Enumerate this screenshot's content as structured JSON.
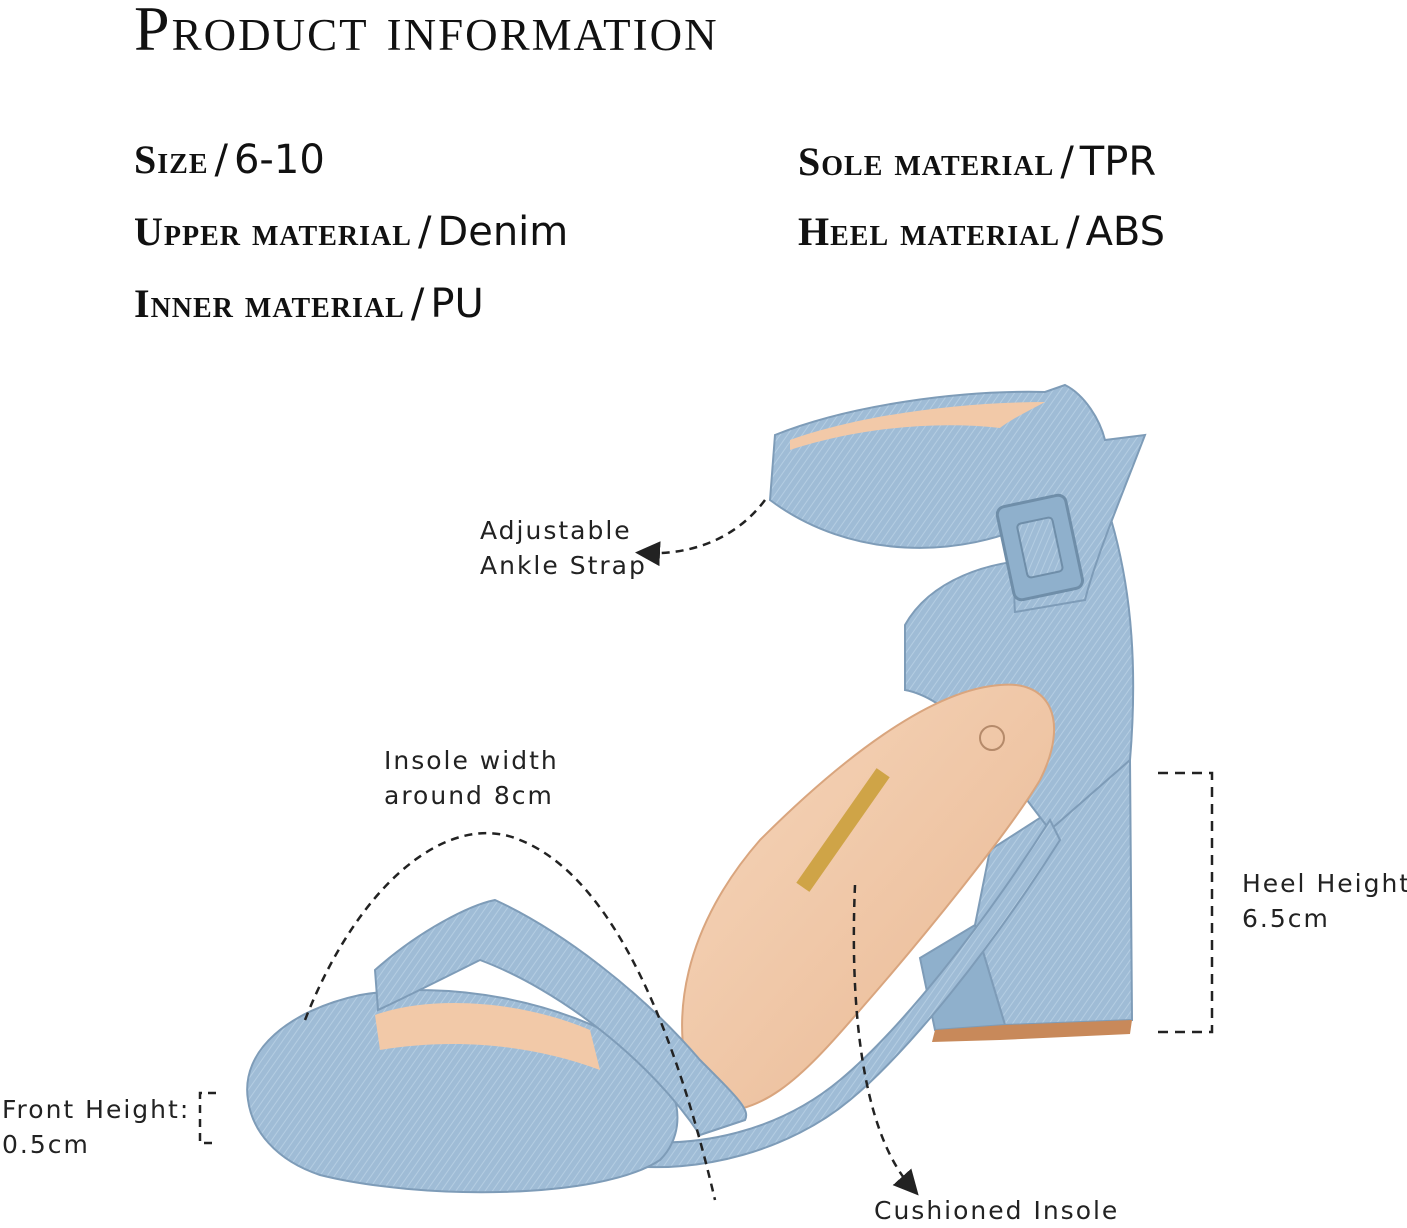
{
  "title": "Product information",
  "specs": {
    "size": {
      "label": "Size",
      "value": "6-10"
    },
    "upper": {
      "label": "Upper material",
      "value": "Denim"
    },
    "inner": {
      "label": "Inner material",
      "value": "PU"
    },
    "sole": {
      "label": "Sole material",
      "value": "TPR"
    },
    "heel": {
      "label": "Heel material",
      "value": "ABS"
    },
    "separator": "/"
  },
  "callouts": {
    "ankle_strap": {
      "line1": "Adjustable",
      "line2": "Ankle Strap"
    },
    "insole_width": {
      "line1": "Insole width",
      "line2": "around 8cm"
    },
    "heel_height": {
      "line1": "Heel Height:",
      "line2": "6.5cm"
    },
    "front_height": {
      "line1": "Front Height:",
      "line2": "0.5cm"
    },
    "cushioned_insole": {
      "line1": "Cushioned Insole"
    }
  },
  "colors": {
    "denim": "#9fbcd6",
    "insole": "#f2c9a8",
    "outsole": "#c8895a"
  }
}
